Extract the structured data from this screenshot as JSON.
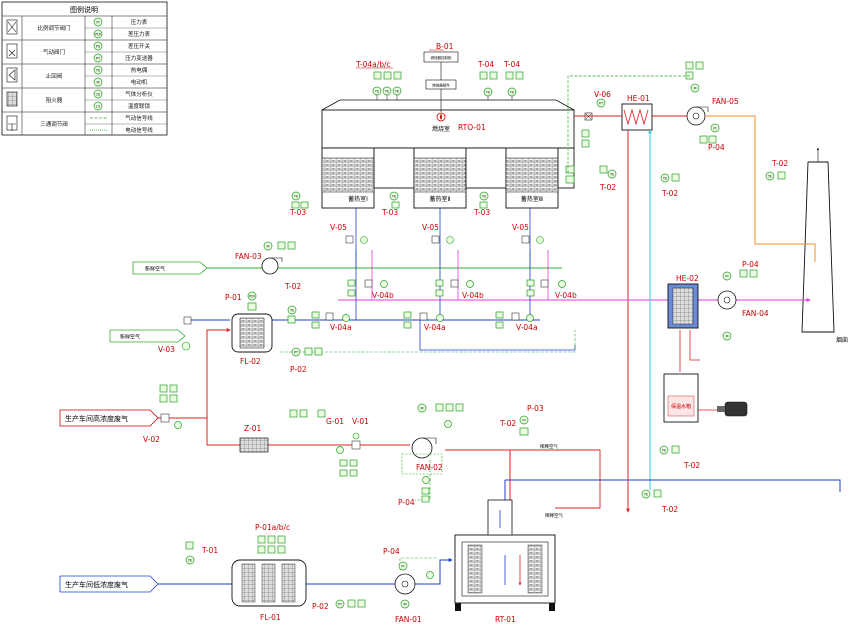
{
  "legend": {
    "title": "图例说明",
    "rows": [
      {
        "left": "比例调节阀门",
        "code1": "PI",
        "right1": "压力表",
        "code2": "PDI",
        "right2": "差压力表"
      },
      {
        "left": "气动阀门",
        "code1": "PS",
        "right1": "差压开关",
        "code2": "PT",
        "right2": "压力变送器"
      },
      {
        "left": "止回阀",
        "code1": "TE",
        "right1": "热电偶",
        "code2": "M",
        "right2": "电动机"
      },
      {
        "left": "阻火器",
        "code1": "CE",
        "right1": "气体分析仪",
        "code2": "LS",
        "right2": "温度联锁"
      },
      {
        "left": "三通调节阀",
        "right1": "气动信号线",
        "right2": "电动信号线"
      }
    ]
  },
  "tags": {
    "B01": "B-01",
    "T04abc": "T-04a/b/c",
    "T04a": "T-04",
    "T04b": "T-04",
    "RTO01": "RTO-01",
    "combustion": "燃烧室",
    "burner": "燃烧器控制柜",
    "burner2": "燃烧器组件",
    "HE01": "HE-01",
    "FAN05": "FAN-05",
    "V06": "V-06",
    "P04a": "P-04",
    "T02a": "T-02",
    "T02b": "T-02",
    "T02c": "T-02",
    "T03a": "T-03",
    "T03b": "T-03",
    "T03c": "T-03",
    "regen1": "蓄热室Ⅰ",
    "regen2": "蓄热室Ⅱ",
    "regen3": "蓄热室Ⅲ",
    "V05a": "V-05",
    "V05b": "V-05",
    "V05c": "V-05",
    "FAN03": "FAN-03",
    "cleanAir": "新鲜空气",
    "P01": "P-01",
    "T02d": "T-02",
    "V04b1": "V-04b",
    "V04b2": "V-04b",
    "V04b3": "V-04b",
    "V04a1": "V-04a",
    "V04a2": "V-04a",
    "V04a3": "V-04a",
    "HE02": "HE-02",
    "P04b": "P-04",
    "FAN04": "FAN-04",
    "chimney": "烟囱",
    "freshAir": "新鲜空气",
    "V03": "V-03",
    "FL02": "FL-02",
    "P02a": "P-02",
    "tank": "保温水箱",
    "highGas": "生产车间高浓度废气",
    "V02": "V-02",
    "Z01": "Z-01",
    "G01": "G-01",
    "V01": "V-01",
    "FAN02": "FAN-02",
    "P03": "P-03",
    "T02e": "T-02",
    "P04c": "P-04",
    "T02f": "T-02",
    "T02g": "T-02",
    "dilute": "稀释空气",
    "dilute2": "稀释空气",
    "P01abc": "P-01a/b/c",
    "T01": "T-01",
    "lowGas": "生产车间低浓度废气",
    "P04d": "P-04",
    "FL01": "FL-01",
    "P02b": "P-02",
    "FAN01": "FAN-01",
    "RT01": "RT-01"
  },
  "instruments": {
    "PI": "PI",
    "PT": "PT",
    "PDI": "PDI",
    "TE": "TE",
    "TI": "TI",
    "TT": "TT",
    "M": "M",
    "A": "A"
  },
  "colors": {
    "red_line": "#dd2222",
    "blue_line": "#1f3fd0",
    "magenta_line": "#e23ae2",
    "orange_line": "#f0902a",
    "cyan_line": "#38c8d8",
    "green_line": "#2fae2f",
    "tag_red": "#cc0000"
  }
}
